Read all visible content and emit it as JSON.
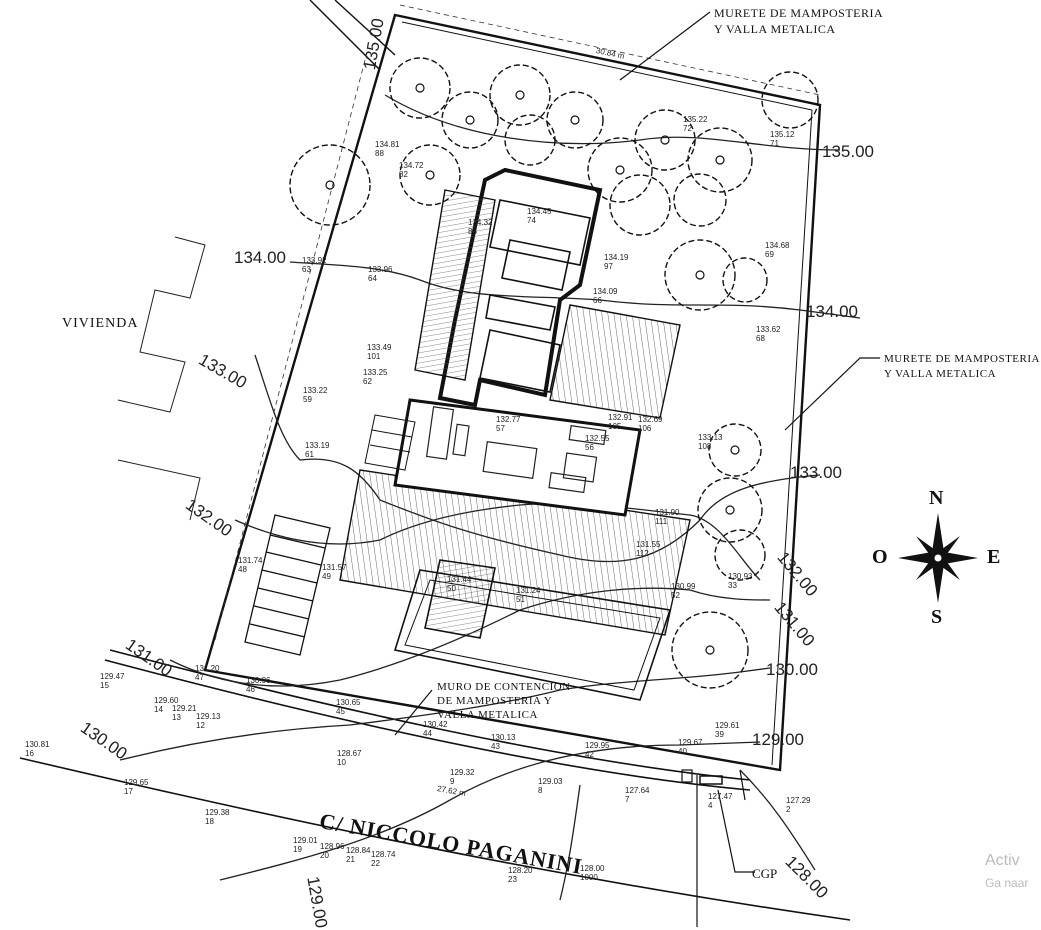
{
  "labels": {
    "top_callout_line1": "MURETE DE MAMPOSTERIA",
    "top_callout_line2": "Y VALLA METALICA",
    "right_callout_line1": "MURETE DE MAMPOSTERIA",
    "right_callout_line2": "Y VALLA METALICA",
    "bottom_callout_line1": "MURO DE CONTENCION",
    "bottom_callout_line2": "DE MAMPOSTERIA Y",
    "bottom_callout_line3": "VALLA METALICA",
    "vivienda": "VIVIENDA",
    "street": "C/ NICCOLO PAGANINI",
    "cgp": "CGP"
  },
  "compass": {
    "n": "N",
    "s": "S",
    "e": "E",
    "o": "O"
  },
  "contours": {
    "c135_left": "135.00",
    "c135_right": "135.00",
    "c134_left": "134.00",
    "c134_right": "134.00",
    "c133_left": "133.00",
    "c133_right": "133.00",
    "c132_left": "132.00",
    "c132_right": "132.00",
    "c131_left": "131.00",
    "c131_right": "131.00",
    "c130_left": "130.00",
    "c130_right": "130.00",
    "c129_right": "129.00",
    "c129_bottom": "129.00",
    "c128_right": "128.00"
  },
  "dims": {
    "top": "30.84 m",
    "bottom": "27.62 m"
  },
  "points": [
    {
      "e": "129.47",
      "n": "15"
    },
    {
      "e": "129.60",
      "n": "14"
    },
    {
      "e": "129.21",
      "n": "13"
    },
    {
      "e": "129.13",
      "n": "12"
    },
    {
      "e": "131.20",
      "n": "47"
    },
    {
      "e": "130.96",
      "n": "46"
    },
    {
      "e": "130.65",
      "n": "45"
    },
    {
      "e": "130.42",
      "n": "44"
    },
    {
      "e": "130.13",
      "n": "43"
    },
    {
      "e": "129.95",
      "n": "42"
    },
    {
      "e": "129.67",
      "n": "40"
    },
    {
      "e": "129.61",
      "n": "39"
    },
    {
      "e": "128.67",
      "n": "10"
    },
    {
      "e": "129.32",
      "n": "9"
    },
    {
      "e": "129.03",
      "n": "8"
    },
    {
      "e": "127.64",
      "n": "7"
    },
    {
      "e": "127.47",
      "n": "4"
    },
    {
      "e": "127.29",
      "n": "2"
    },
    {
      "e": "129.65",
      "n": "17"
    },
    {
      "e": "129.38",
      "n": "18"
    },
    {
      "e": "129.01",
      "n": "19"
    },
    {
      "e": "128.96",
      "n": "20"
    },
    {
      "e": "128.84",
      "n": "21"
    },
    {
      "e": "128.74",
      "n": "22"
    },
    {
      "e": "128.20",
      "n": "23"
    },
    {
      "e": "128.00",
      "n": "1000"
    },
    {
      "e": "130.81",
      "n": "16"
    },
    {
      "e": "131.74",
      "n": "48"
    },
    {
      "e": "131.57",
      "n": "49"
    },
    {
      "e": "131.24",
      "n": "51"
    },
    {
      "e": "131.44",
      "n": "50"
    },
    {
      "e": "130.99",
      "n": "52"
    },
    {
      "e": "131.55",
      "n": "112"
    },
    {
      "e": "131.90",
      "n": "111"
    },
    {
      "e": "132.77",
      "n": "57"
    },
    {
      "e": "132.55",
      "n": "56"
    },
    {
      "e": "132.91",
      "n": "105"
    },
    {
      "e": "132.69",
      "n": "106"
    },
    {
      "e": "133.22",
      "n": "59"
    },
    {
      "e": "133.19",
      "n": "61"
    },
    {
      "e": "133.49",
      "n": "101"
    },
    {
      "e": "133.25",
      "n": "62"
    },
    {
      "e": "133.92",
      "n": "63"
    },
    {
      "e": "133.96",
      "n": "64"
    },
    {
      "e": "134.19",
      "n": "97"
    },
    {
      "e": "134.09",
      "n": "66"
    },
    {
      "e": "133.62",
      "n": "68"
    },
    {
      "e": "134.68",
      "n": "69"
    },
    {
      "e": "135.12",
      "n": "71"
    },
    {
      "e": "135.22",
      "n": "72"
    },
    {
      "e": "134.45",
      "n": "74"
    },
    {
      "e": "134.32",
      "n": "83"
    },
    {
      "e": "134.72",
      "n": "82"
    },
    {
      "e": "134.81",
      "n": "88"
    },
    {
      "e": "133.13",
      "n": "108"
    },
    {
      "e": "130.93",
      "n": "33"
    }
  ]
}
